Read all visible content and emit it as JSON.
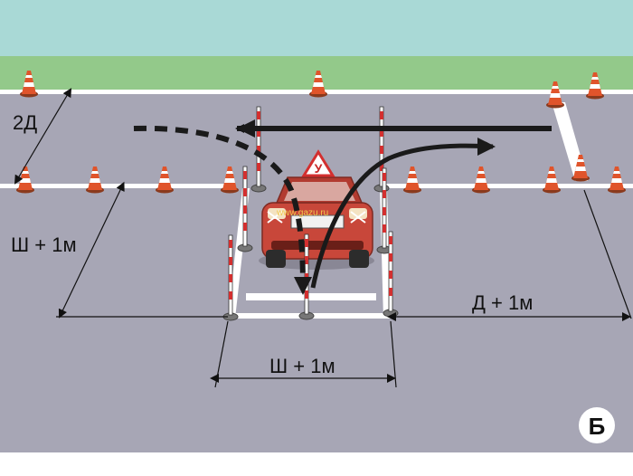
{
  "colors": {
    "sky": "#a9d9d6",
    "grass": "#93c98a",
    "asphalt": "#a7a6b5",
    "line": "#ffffff",
    "arrow": "#1a1a1a",
    "cone": "#e0542b",
    "car": "#c8473a"
  },
  "labels": {
    "dim_2d": "2Д",
    "dim_w_left": "Ш + 1м",
    "dim_w_bottom": "Ш + 1м",
    "dim_d": "Д + 1м",
    "badge": "Б"
  },
  "car": {
    "sign_letter": "У",
    "watermark": "www.gazu.ru"
  },
  "icons": [
    "traffic-cone-icon",
    "striped-pole-icon",
    "car-icon",
    "learner-driver-sign-icon"
  ]
}
